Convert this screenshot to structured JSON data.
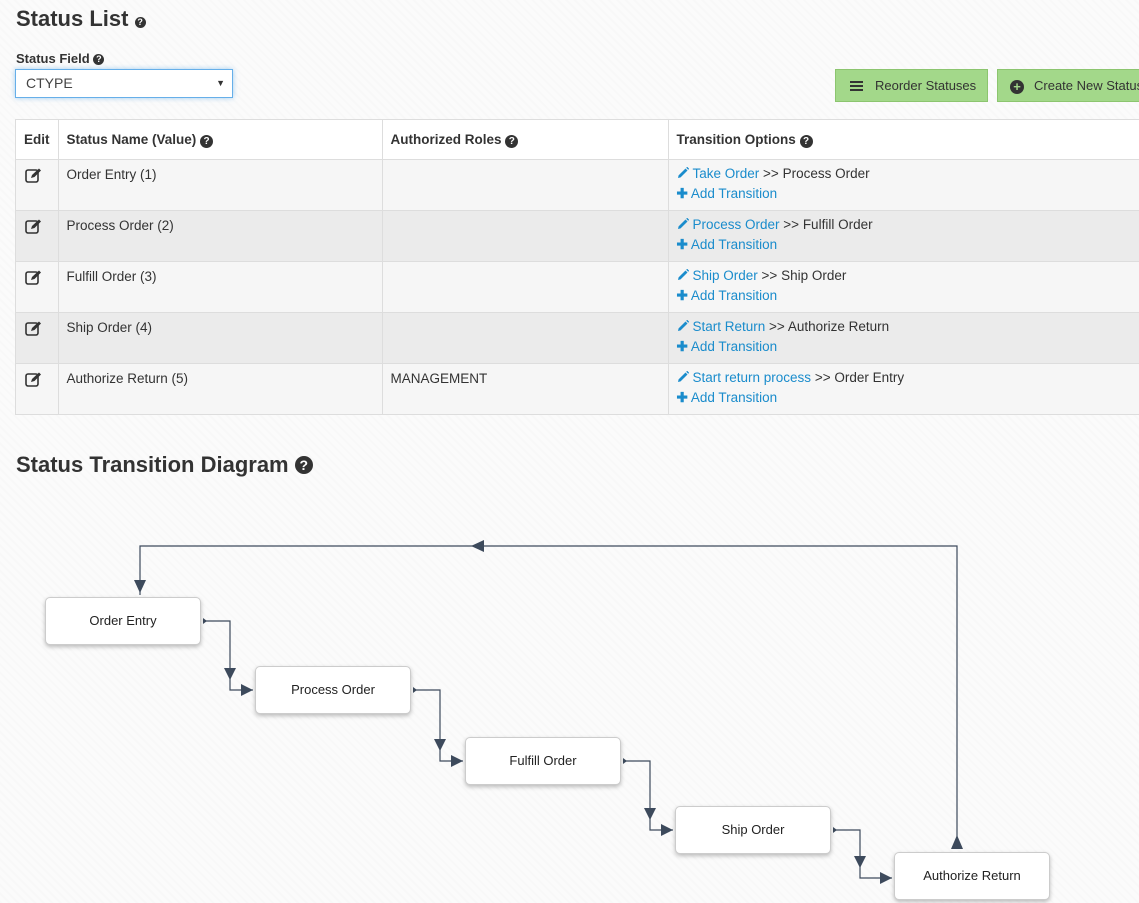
{
  "page_title": "Status List",
  "status_field": {
    "label": "Status Field",
    "value": "CTYPE"
  },
  "buttons": {
    "reorder": "Reorder Statuses",
    "create": "Create New Status"
  },
  "table": {
    "headers": {
      "edit": "Edit",
      "name": "Status Name (Value)",
      "roles": "Authorized Roles",
      "transitions": "Transition Options"
    },
    "rows": [
      {
        "name": "Order Entry (1)",
        "roles": "",
        "action": "Take Order",
        "target": ">> Process Order",
        "add": "Add Transition"
      },
      {
        "name": "Process Order (2)",
        "roles": "",
        "action": "Process Order",
        "target": ">> Fulfill Order",
        "add": "Add Transition"
      },
      {
        "name": "Fulfill Order (3)",
        "roles": "",
        "action": "Ship Order",
        "target": ">> Ship Order",
        "add": "Add Transition"
      },
      {
        "name": "Ship Order (4)",
        "roles": "",
        "action": "Start Return",
        "target": ">> Authorize Return",
        "add": "Add Transition"
      },
      {
        "name": "Authorize Return (5)",
        "roles": "MANAGEMENT",
        "action": "Start return process",
        "target": ">> Order Entry",
        "add": "Add Transition"
      }
    ]
  },
  "diagram": {
    "title": "Status Transition Diagram",
    "nodes": [
      "Order Entry",
      "Process Order",
      "Fulfill Order",
      "Ship Order",
      "Authorize Return"
    ]
  },
  "colors": {
    "link": "#1a8ccc",
    "button": "#a3d88a",
    "connector": "#3d4a5c"
  }
}
